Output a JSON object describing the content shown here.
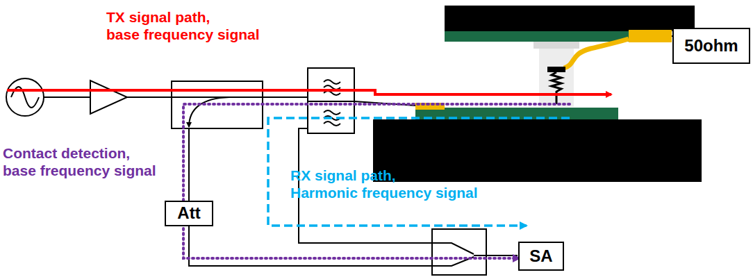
{
  "diagram": {
    "nodes": [
      {
        "text": [
          "50ohm"
        ]
      },
      {
        "text": [
          "Att"
        ]
      },
      {
        "text": [
          "SA"
        ]
      }
    ],
    "labels": [
      "TX signal path, base frequency signal",
      "Contact detection, base frequency signal",
      "RX signal path, Harmonic frequency signal"
    ]
  }
}
